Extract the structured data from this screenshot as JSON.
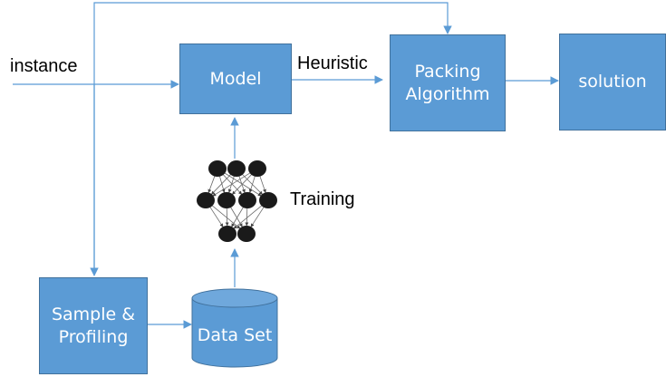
{
  "diagram": {
    "input_label": "instance",
    "edge_label_heuristic": "Heuristic",
    "training_label": "Training",
    "nodes": {
      "model": "Model",
      "packing": "Packing Algorithm",
      "solution": "solution",
      "sample": "Sample & Profiling",
      "dataset": "Data Set"
    }
  },
  "colors": {
    "box_fill": "#5b9bd5",
    "box_border": "#41719c",
    "arrow": "#5b9bd5",
    "nn_node": "#1a1a1a",
    "nn_edge": "#6a6a6a"
  }
}
